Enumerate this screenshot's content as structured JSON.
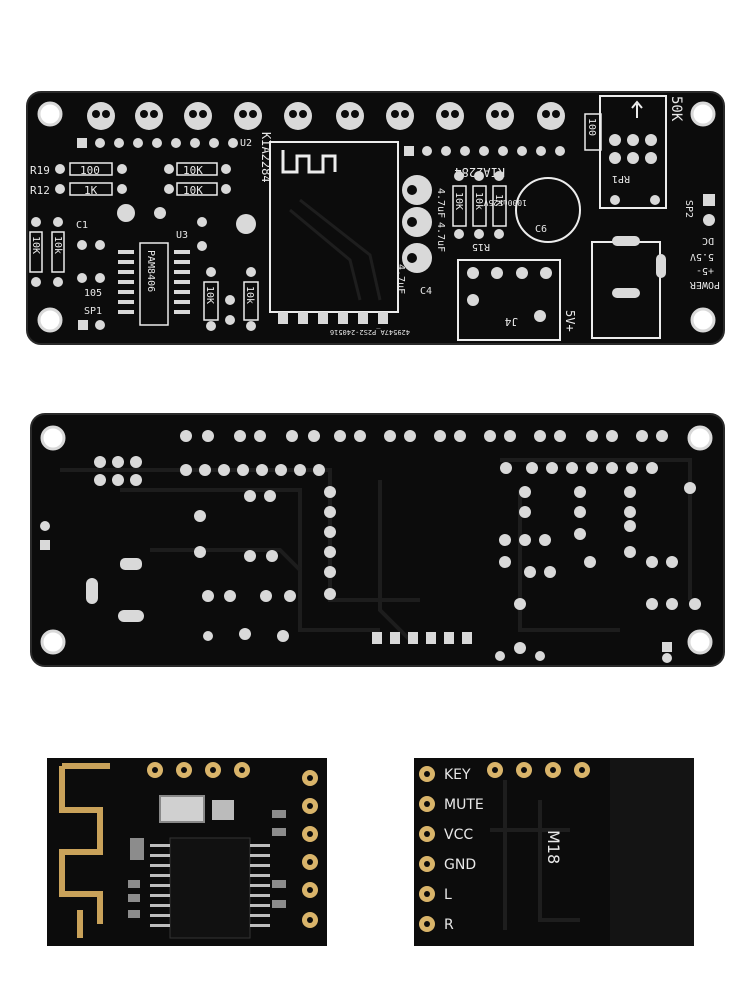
{
  "top_board": {
    "labels": {
      "pot_value": "50K",
      "res_100_right": "100",
      "ic_kia_left": "KIA2284",
      "ic_kia_right": "KIA2284",
      "r19": "R19",
      "r12": "R12",
      "res_100": "100",
      "res_1k": "1K",
      "res_10k_a": "10K",
      "res_10k_b": "10K",
      "c1": "C1",
      "c10k_1": "10K",
      "c10k_2": "10k",
      "cap_105": "105",
      "sp1": "SP1",
      "amp_ic": "PAM8406",
      "u3": "U3",
      "u2": "U2",
      "res_10k_bot1": "10K",
      "res_10k_bot2": "10k",
      "cap_47a": "4.7uF",
      "cap_47b": "4.7uF",
      "cap_47c": "4.7uF",
      "c4": "C4",
      "r_col_a": "10K",
      "r_col_b": "10k",
      "r_col_c": "1K",
      "c6_rating": "1000uF25V",
      "c6": "C6",
      "r15": "R15",
      "j4": "J4",
      "supply": "5V+",
      "rp1": "RP1",
      "sp2": "SP2",
      "dc": "DC",
      "power_a": "+5-",
      "power_b": "5.5V",
      "power_c": "POWER",
      "part_no": "429547A_P2S2-240516"
    }
  },
  "module_back": {
    "pins": [
      "KEY",
      "MUTE",
      "VCC",
      "GND",
      "L",
      "R"
    ],
    "model": "M18"
  },
  "colors": {
    "pcb": "#0c0c0c",
    "pcb_edge": "#2a2a2a",
    "pad_silver": "#d9d9d9",
    "pad_gold": "#d9b46a",
    "antenna_gold": "#c9a25a",
    "silkscreen": "#ececec"
  }
}
